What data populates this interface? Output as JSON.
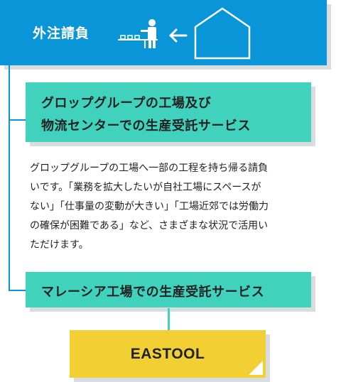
{
  "header": {
    "title": "外注請負"
  },
  "box1": {
    "line1": "グロップグループの工場及び",
    "line2": "物流センターでの生産受託サービス"
  },
  "description": {
    "lines": [
      "グロップグループの工場へ一部の工程を持ち帰る請負",
      "いです。「業務を拡大したいが自社工場にスペースが",
      "ない」「仕事量の変動が大きい」「工場近郊では労働力",
      "の確保が困難である」など、さまざまな状況で活用い",
      "ただけます。"
    ]
  },
  "box2": {
    "label": "マレーシア工場での生産受託サービス"
  },
  "eastool": {
    "label": "EASTOOL"
  },
  "colors": {
    "blue": "#0a95d8",
    "teal": "#41d2be",
    "yellow": "#f2cf32"
  }
}
